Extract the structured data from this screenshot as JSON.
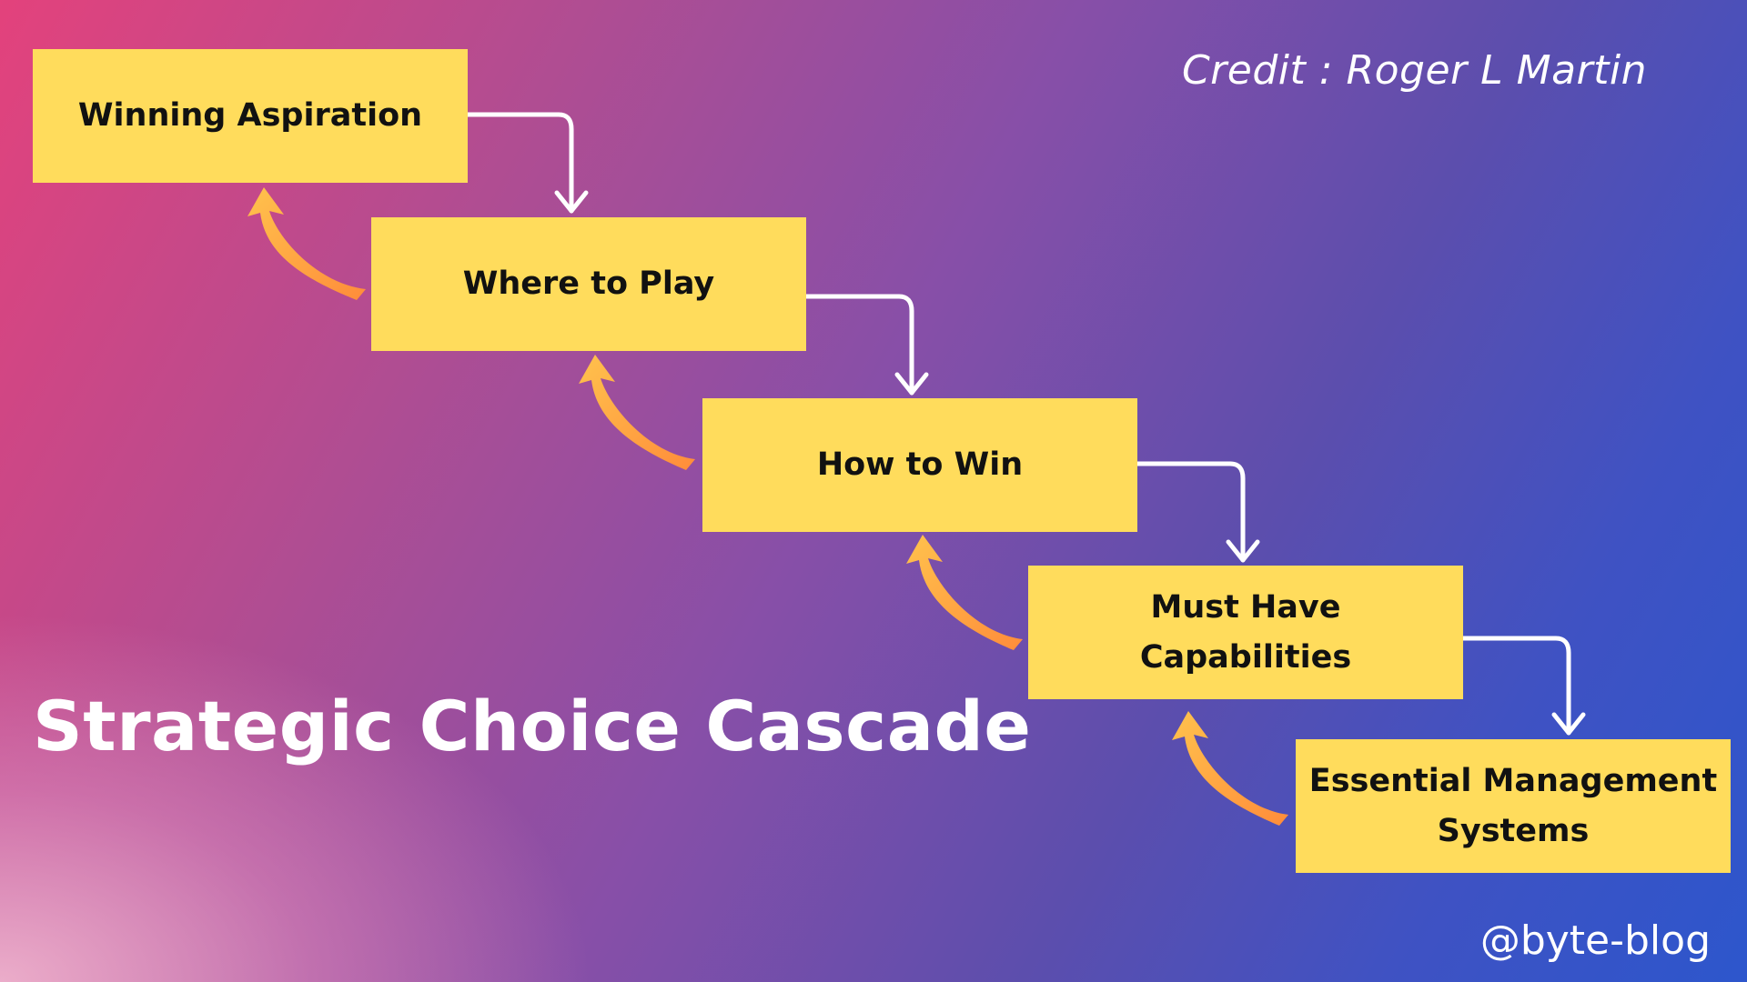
{
  "credit": "Credit : Roger L Martin",
  "title": "Strategic Choice Cascade",
  "handle": "@byte-blog",
  "steps": [
    {
      "label": "Winning Aspiration"
    },
    {
      "label": "Where to Play"
    },
    {
      "label": "How to Win"
    },
    {
      "label": "Must Have Capabilities"
    },
    {
      "label": "Essential Management\nSystems"
    }
  ],
  "colors": {
    "box_fill": "#ffdc5c",
    "forward_arrow": "#ffffff",
    "feedback_arrow": "#ffa13d"
  }
}
